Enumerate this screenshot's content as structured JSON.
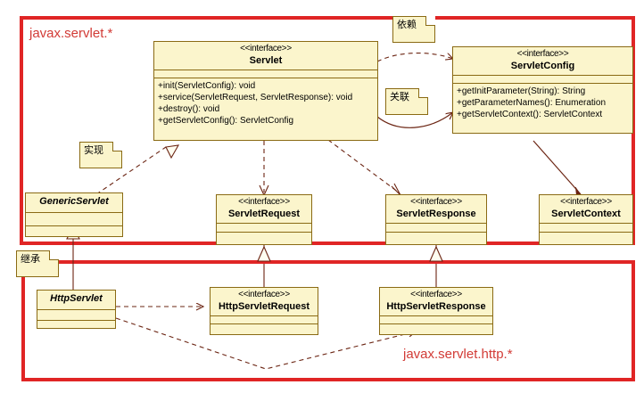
{
  "diagram": {
    "kind": "uml-class-diagram",
    "colors": {
      "package_border": "#e02525",
      "package_label": "#d23b36",
      "box_fill": "#fbf5cc",
      "box_border": "#8a6a14",
      "connector": "#6b2412"
    }
  },
  "packages": [
    {
      "id": "javax-servlet",
      "label": "javax.servlet.*"
    },
    {
      "id": "javax-servlet-http",
      "label": "javax.servlet.http.*"
    }
  ],
  "notes": [
    {
      "id": "dependency",
      "text": "依赖"
    },
    {
      "id": "association",
      "text": "关联"
    },
    {
      "id": "realization",
      "text": "实现"
    },
    {
      "id": "generalization",
      "text": "继承"
    }
  ],
  "classes": {
    "servlet": {
      "stereotype": "<<interface>>",
      "name": "Servlet",
      "abstract": false,
      "attributes": [],
      "operations": [
        "+init(ServletConfig): void",
        "+service(ServletRequest, ServletResponse): void",
        "+destroy(): void",
        "+getServletConfig(): ServletConfig"
      ]
    },
    "servlet_config": {
      "stereotype": "<<interface>>",
      "name": "ServletConfig",
      "abstract": false,
      "attributes": [],
      "operations": [
        "+getInitParameter(String): String",
        "+getParameterNames(): Enumeration",
        "+getServletContext(): ServletContext"
      ]
    },
    "generic_servlet": {
      "stereotype": "",
      "name": "GenericServlet",
      "abstract": true,
      "attributes": [],
      "operations": []
    },
    "servlet_request": {
      "stereotype": "<<interface>>",
      "name": "ServletRequest",
      "abstract": false,
      "attributes": [],
      "operations": []
    },
    "servlet_response": {
      "stereotype": "<<interface>>",
      "name": "ServletResponse",
      "abstract": false,
      "attributes": [],
      "operations": []
    },
    "servlet_context": {
      "stereotype": "<<interface>>",
      "name": "ServletContext",
      "abstract": false,
      "attributes": [],
      "operations": []
    },
    "http_servlet": {
      "stereotype": "",
      "name": "HttpServlet",
      "abstract": true,
      "attributes": [],
      "operations": []
    },
    "http_servlet_request": {
      "stereotype": "<<interface>>",
      "name": "HttpServletRequest",
      "abstract": false,
      "attributes": [],
      "operations": []
    },
    "http_servlet_response": {
      "stereotype": "<<interface>>",
      "name": "HttpServletResponse",
      "abstract": false,
      "attributes": [],
      "operations": []
    }
  },
  "relations": [
    {
      "from": "servlet",
      "to": "servlet_config",
      "type": "dependency",
      "style": "dashed-arrow"
    },
    {
      "from": "servlet",
      "to": "servlet_config",
      "type": "association",
      "style": "solid-arrow"
    },
    {
      "from": "servlet_config",
      "to": "servlet_context",
      "type": "association",
      "style": "solid-arrow"
    },
    {
      "from": "servlet",
      "to": "servlet_request",
      "type": "dependency",
      "style": "dashed-arrow"
    },
    {
      "from": "servlet",
      "to": "servlet_response",
      "type": "dependency",
      "style": "dashed-arrow"
    },
    {
      "from": "generic_servlet",
      "to": "servlet",
      "type": "realization",
      "style": "dashed-triangle"
    },
    {
      "from": "http_servlet",
      "to": "generic_servlet",
      "type": "generalization",
      "style": "solid-triangle"
    },
    {
      "from": "http_servlet_request",
      "to": "servlet_request",
      "type": "generalization",
      "style": "solid-triangle"
    },
    {
      "from": "http_servlet_response",
      "to": "servlet_response",
      "type": "generalization",
      "style": "solid-triangle"
    },
    {
      "from": "http_servlet",
      "to": "http_servlet_request",
      "type": "dependency",
      "style": "dashed-arrow"
    },
    {
      "from": "http_servlet",
      "to": "http_servlet_response",
      "type": "dependency",
      "style": "dashed-arrow"
    }
  ]
}
